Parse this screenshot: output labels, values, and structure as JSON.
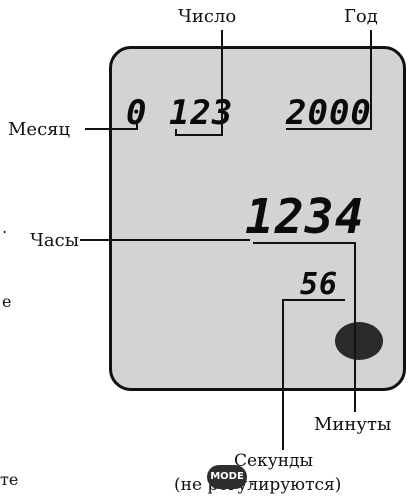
{
  "labels": {
    "chislo": "Число",
    "god": "Год",
    "mesyats": "Месяц",
    "chasy": "Часы",
    "minuty": "Минуты",
    "sekundy": "Секунды",
    "ne_reguliruyutsya": "(не регулируются)"
  },
  "display": {
    "date": "0 123",
    "year": "2000",
    "time": "1234",
    "seconds": "56"
  },
  "left_text_fragments": {
    "dot1": ".",
    "e": "е",
    "te": "те"
  },
  "buttons": {
    "mode": "MODE"
  }
}
